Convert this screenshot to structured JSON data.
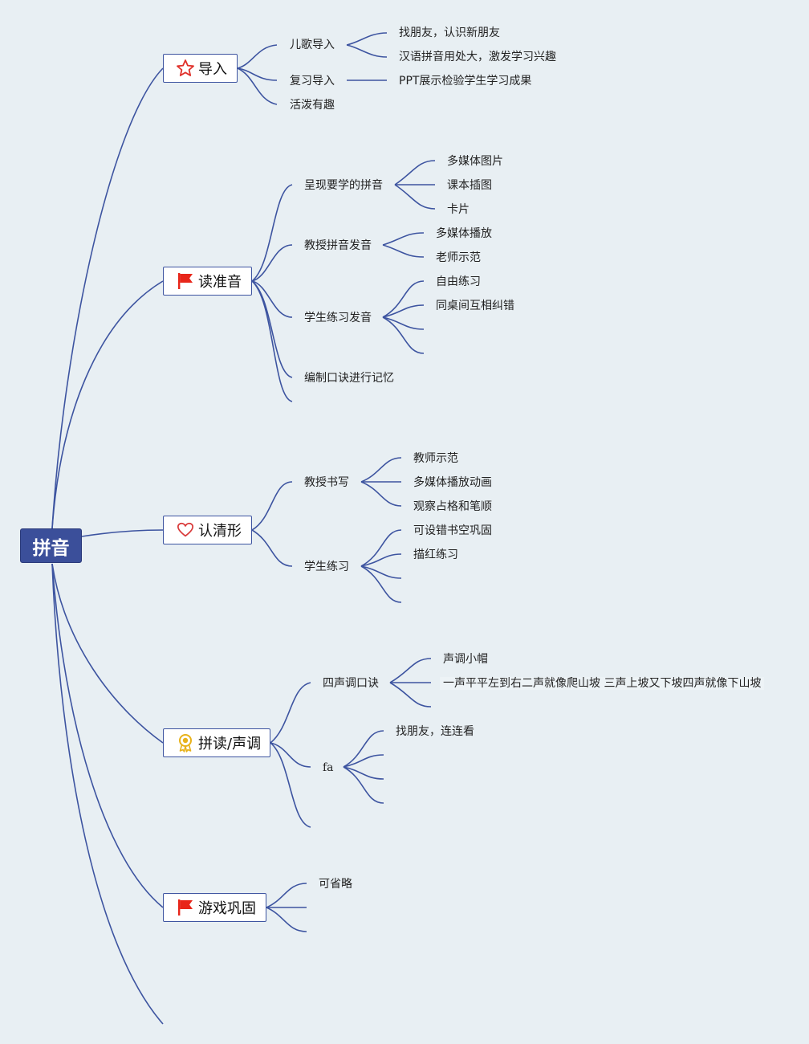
{
  "root": {
    "label": "拼音"
  },
  "branches": [
    {
      "label": "导入",
      "icon": "star-icon",
      "subs": [
        {
          "label": "儿歌导入",
          "leaves": [
            "找朋友，认识新朋友",
            "汉语拼音用处大，激发学习兴趣"
          ]
        },
        {
          "label": "复习导入",
          "leaves": [
            "PPT展示检验学生学习成果"
          ]
        },
        {
          "label": "活泼有趣",
          "leaves": []
        }
      ]
    },
    {
      "label": "读准音",
      "icon": "red-flag-icon",
      "subs": [
        {
          "label": "呈现要学的拼音",
          "leaves": [
            "多媒体图片",
            "课本插图",
            "卡片"
          ]
        },
        {
          "label": "教授拼音发音",
          "leaves": [
            "多媒体播放",
            "老师示范"
          ]
        },
        {
          "label": "学生练习发音",
          "leaves": [
            "自由练习",
            "同桌间互相纠错",
            "",
            ""
          ]
        },
        {
          "label": "编制口诀进行记忆",
          "leaves": []
        },
        {
          "label": "",
          "leaves": []
        }
      ]
    },
    {
      "label": "认清形",
      "icon": "heart-icon",
      "subs": [
        {
          "label": "教授书写",
          "leaves": [
            "教师示范",
            "多媒体播放动画",
            "观察占格和笔顺"
          ]
        },
        {
          "label": "学生练习",
          "leaves": [
            "可设错书空巩固",
            "描红练习",
            "",
            ""
          ]
        }
      ]
    },
    {
      "label": "拼读/声调",
      "icon": "award-ribbon-icon",
      "subs": [
        {
          "label": "四声调口诀",
          "leaves": [
            "声调小帽",
            "一声平平左到右二声就像爬山坡 三声上坡又下坡四声就像下山坡",
            ""
          ]
        },
        {
          "label": "fa",
          "leaves": [
            "找朋友，连连看",
            "",
            "",
            ""
          ]
        },
        {
          "label": "",
          "leaves": []
        }
      ]
    },
    {
      "label": "游戏巩固",
      "icon": "red-flag-icon",
      "subs": [
        {
          "label": "可省略",
          "leaves": []
        },
        {
          "label": "",
          "leaves": []
        },
        {
          "label": "",
          "leaves": []
        }
      ]
    },
    {
      "label": "",
      "icon": "",
      "subs": []
    }
  ],
  "colors": {
    "line": "#3d54a0",
    "root_fill": "#3b4f9a",
    "background": "#e8eff3",
    "flag": "#e8261a",
    "star": "#e0302a",
    "heart": "#d93a3a",
    "award": "#e8b21a"
  }
}
